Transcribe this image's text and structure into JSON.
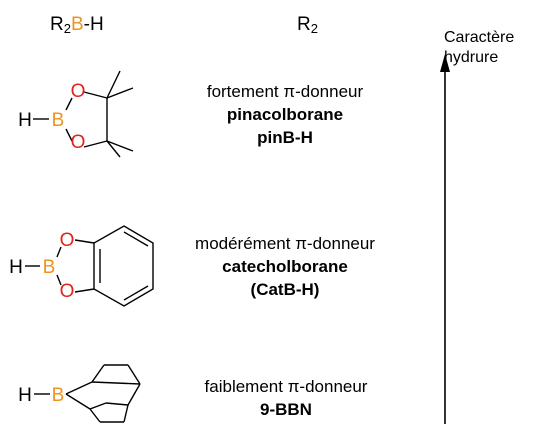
{
  "header": {
    "col1_prefix": "R",
    "col1_sub": "2",
    "col1_boron": "B",
    "col1_suffix": "-H",
    "col2_main": "R",
    "col2_sub": "2"
  },
  "axis": {
    "label_line1": "Caractère",
    "label_line2": "hydrure"
  },
  "rows": [
    {
      "desc": "fortement π-donneur",
      "name": "pinacolborane",
      "abbr": "pinB-H"
    },
    {
      "desc": "modérément π-donneur",
      "name": "catecholborane",
      "abbr": "(CatB-H)"
    },
    {
      "desc": "faiblement π-donneur",
      "name": "9-BBN"
    }
  ],
  "atoms": {
    "hydrogen": "H",
    "boron": "B",
    "oxygen": "O"
  },
  "colors": {
    "boron": "#f0921e",
    "oxygen": "#e0231b",
    "bond": "#000000"
  }
}
